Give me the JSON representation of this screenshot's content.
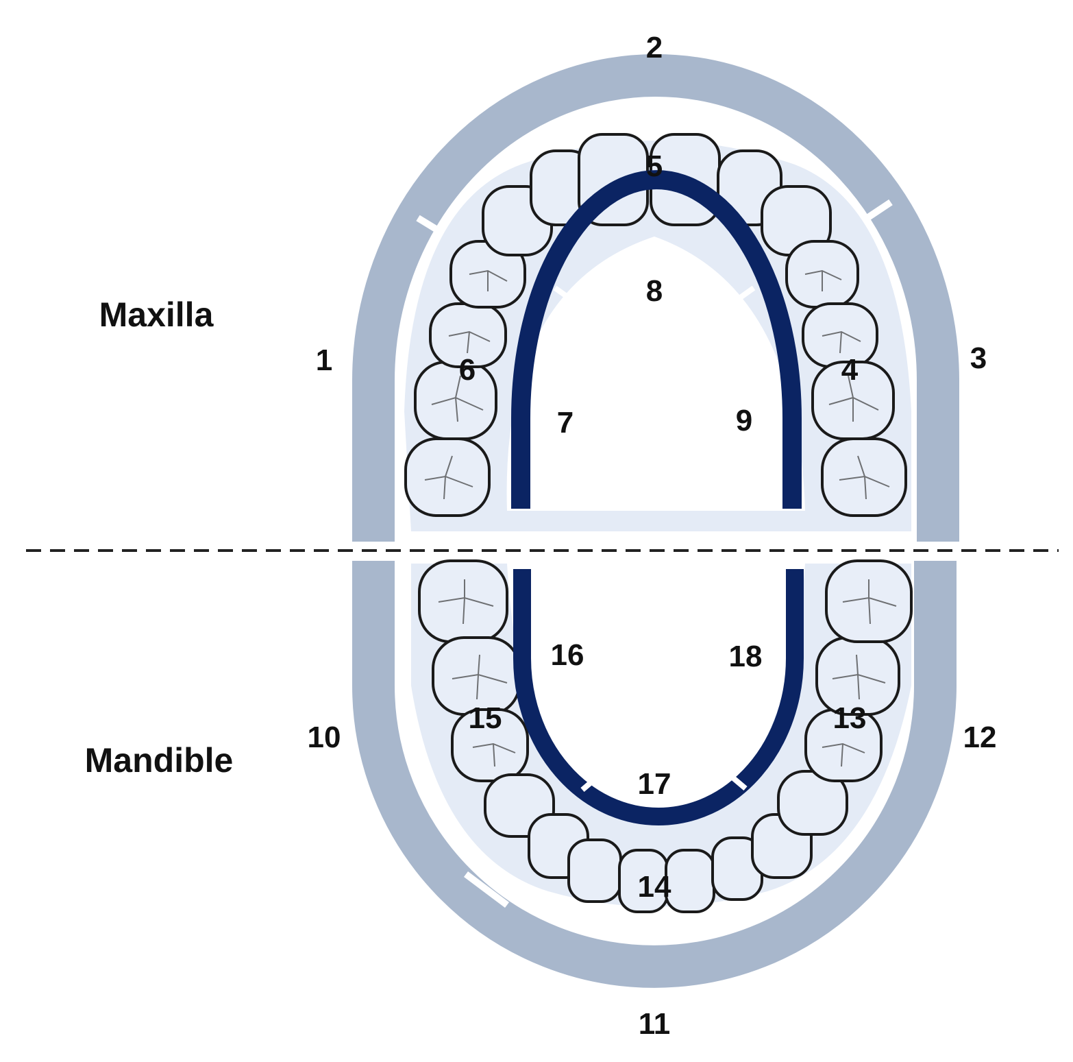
{
  "colors": {
    "outer_ring": "#a8b7cc",
    "gum": "#e4ebf6",
    "inner_arch": "#0b2463",
    "tooth_fill": "#e8eef8",
    "tooth_stroke": "#1a1a1a",
    "divider": "#222222"
  },
  "jaw_labels": {
    "maxilla": "Maxilla",
    "mandible": "Mandible"
  },
  "region_labels": {
    "r1": "1",
    "r2": "2",
    "r3": "3",
    "r4": "4",
    "r5": "5",
    "r6": "6",
    "r7": "7",
    "r8": "8",
    "r9": "9",
    "r10": "10",
    "r11": "11",
    "r12": "12",
    "r13": "13",
    "r14": "14",
    "r15": "15",
    "r16": "16",
    "r17": "17",
    "r18": "18"
  }
}
